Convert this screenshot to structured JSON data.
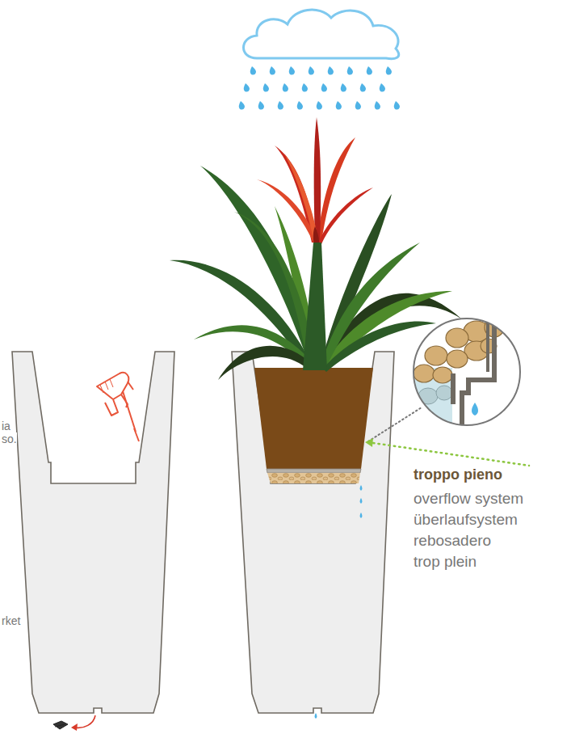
{
  "diagram": {
    "labels": [
      "ia",
      "so.",
      "rket",
      "troppo pieno",
      "overflow system",
      "überlaufsystem",
      "rebosadero",
      "trop plein"
    ]
  }
}
